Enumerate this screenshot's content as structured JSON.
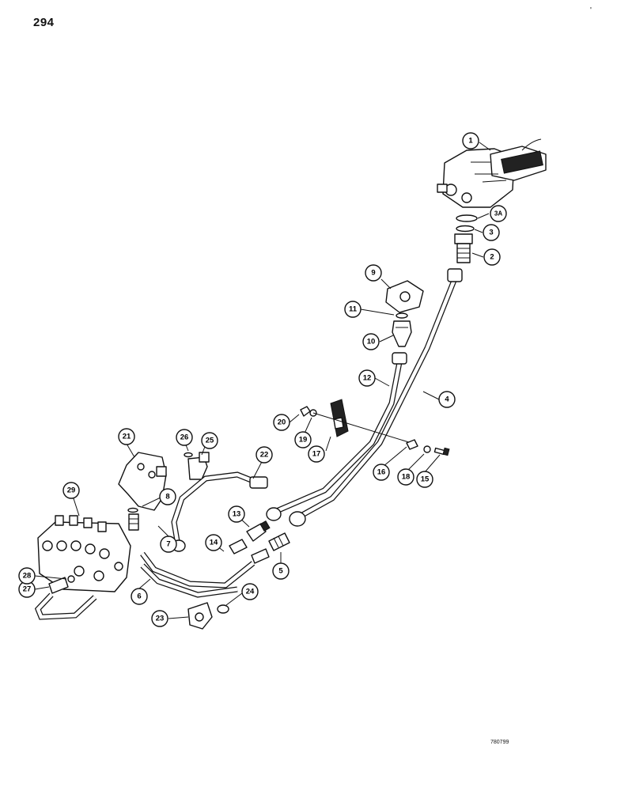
{
  "page_number": "294",
  "figure_code": "780799",
  "stray_mark": "'",
  "callouts": {
    "c1": "1",
    "c2": "2",
    "c3": "3",
    "c3a": "3A",
    "c4": "4",
    "c5": "5",
    "c6": "6",
    "c7": "7",
    "c8": "8",
    "c9": "9",
    "c10": "10",
    "c11": "11",
    "c12": "12",
    "c13": "13",
    "c14": "14",
    "c15": "15",
    "c16": "16",
    "c17": "17",
    "c18": "18",
    "c19": "19",
    "c20": "20",
    "c21": "21",
    "c22": "22",
    "c23": "23",
    "c24": "24",
    "c25": "25",
    "c26": "26",
    "c27": "27",
    "c28": "28",
    "c29": "29"
  }
}
